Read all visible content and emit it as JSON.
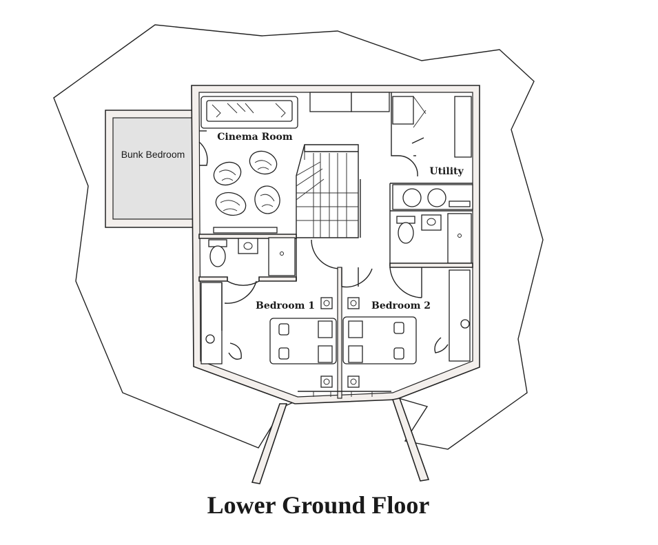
{
  "title": "Lower Ground Floor",
  "rooms": {
    "bunk_bedroom": "Bunk Bedroom",
    "cinema_room": "Cinema Room",
    "utility": "Utility",
    "bedroom_1": "Bedroom 1",
    "bedroom_2": "Bedroom 2"
  },
  "colors": {
    "ink": "#1a1a1a",
    "wall_fill": "#f3efec",
    "bunk_fill": "#e3e3e3"
  }
}
